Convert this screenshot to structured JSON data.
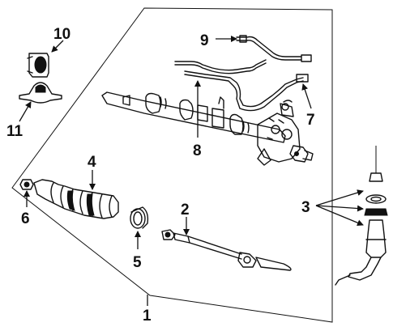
{
  "callouts": {
    "c1": "1",
    "c2": "2",
    "c3": "3",
    "c4": "4",
    "c5": "5",
    "c6": "6",
    "c7": "7",
    "c8": "8",
    "c9": "9",
    "c10": "10",
    "c11": "11"
  },
  "colors": {
    "ink": "#111111",
    "background": "#ffffff"
  }
}
